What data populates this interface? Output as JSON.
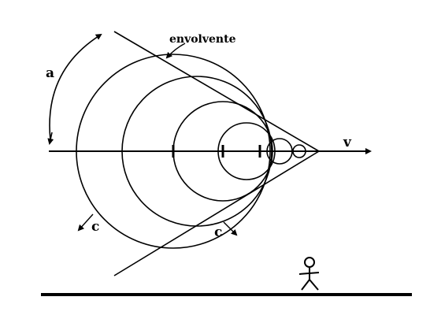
{
  "diagram": {
    "labels": {
      "envelope": "envolvente",
      "angle": "a",
      "velocity": "v",
      "speed_lower": "c",
      "speed_right": "c"
    },
    "icons": [
      "stick-figure-observer-icon"
    ],
    "colors": {
      "ink": "#000000",
      "background": "#ffffff"
    },
    "wavefronts": 6
  }
}
